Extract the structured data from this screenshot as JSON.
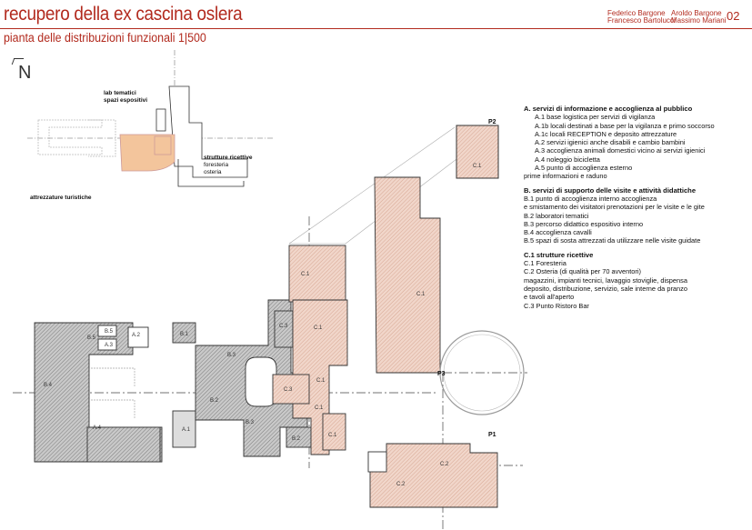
{
  "header": {
    "title": "recupero della ex cascina oslera",
    "subtitle": "pianta delle distribuzioni funzionali 1|500",
    "authors_col1": [
      "Federico Bargone",
      "Francesco Bartolucci"
    ],
    "authors_col2": [
      "Aroldo Bargone",
      "Massimo Mariani"
    ],
    "page_number": "02"
  },
  "north": "N",
  "site_labels": {
    "lab_line1": "lab tematici",
    "lab_line2": "spazi espositivi",
    "strutture": "strutture ricettive",
    "foresteria": "foresteria",
    "osteria": "osteria",
    "attrezzature": "attrezzature turistiche"
  },
  "plan_labels": {
    "P1": "P1",
    "P2": "P2",
    "P3": "P3",
    "C1": "C.1",
    "C2": "C.2",
    "C3": "C.3",
    "A1": "A.1",
    "A2": "A.2",
    "A3": "A.3",
    "A4": "A.4",
    "B1": "B.1",
    "B2": "B.2",
    "B3": "B.3",
    "B4": "B.4",
    "B5": "B.5"
  },
  "legend": [
    {
      "heading": "A. servizi di informazione e accoglienza al pubblico",
      "items": [
        {
          "text": "A.1 base logistica per servizi di vigilanza",
          "indent": true
        },
        {
          "text": "A.1b locali destinati a base per la vigilanza e primo soccorso",
          "indent": true
        },
        {
          "text": "A.1c locali RECEPTION e deposito attrezzature",
          "indent": true
        },
        {
          "text": "A.2 servizi igienici anche disabili e cambio bambini",
          "indent": true
        },
        {
          "text": "A.3 accoglienza animali domestici  vicino ai servizi igienici",
          "indent": true
        },
        {
          "text": "A.4 noleggio bicicletta",
          "indent": true
        },
        {
          "text": "A.5 punto di accoglienza esterno",
          "indent": true
        },
        {
          "text": "prime informazioni e raduno",
          "indent": false
        }
      ]
    },
    {
      "heading": "B. servizi di supporto delle visite e attività didattiche",
      "items": [
        {
          "text": "B.1 punto di accoglienza interno accoglienza",
          "indent": false
        },
        {
          "text": "e smistamento dei visitatori prenotazioni per le visite e le gite",
          "indent": false
        },
        {
          "text": "B.2 laboratori tematici",
          "indent": false
        },
        {
          "text": "B.3 percorso didattico espositivo interno",
          "indent": false
        },
        {
          "text": "B.4 accoglienza cavalli",
          "indent": false
        },
        {
          "text": "B.5 spazi di sosta attrezzati da utilizzare nelle visite guidate",
          "indent": false
        }
      ]
    },
    {
      "heading": "C.1 strutture ricettive",
      "items": [
        {
          "text": "C.1 Foresteria",
          "indent": false
        },
        {
          "text": "C.2 Osteria  (di qualità per 70 avventori)",
          "indent": false
        },
        {
          "text": "magazzini, impianti tecnici, lavaggio stoviglie, dispensa",
          "indent": false
        },
        {
          "text": "deposito, distribuzione, servizio, sale interne da pranzo",
          "indent": false
        },
        {
          "text": "e tavoli all'aperto",
          "indent": false
        },
        {
          "text": "C.3 Punto Ristoro Bar",
          "indent": false
        }
      ]
    }
  ],
  "colors": {
    "accent_red": "#b22a1e",
    "hatch_gray": "#9a9a9a",
    "hatch_pink": "#e9c3b4",
    "site_orange": "#f3c59c"
  }
}
